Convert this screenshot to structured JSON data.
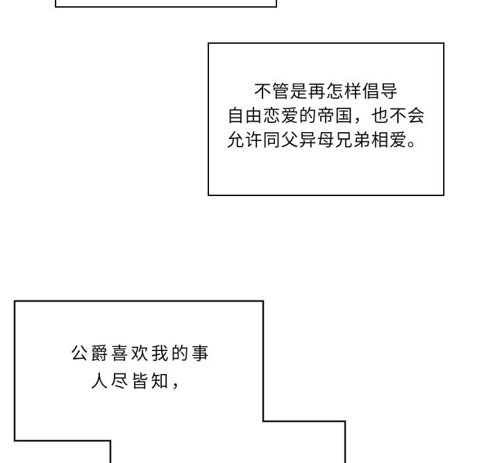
{
  "comic_page": {
    "captions": [
      {
        "id": "caption-1",
        "lines": [
          "不管是再怎样倡导",
          "自由恋爱的帝国，也不会",
          "允许同父异母兄弟相爱。"
        ]
      },
      {
        "id": "caption-2",
        "lines": [
          "公爵喜欢我的事",
          "人尽皆知，"
        ]
      }
    ],
    "colors": {
      "background": "#ffffff",
      "border": "#111111",
      "text": "#111111"
    }
  }
}
